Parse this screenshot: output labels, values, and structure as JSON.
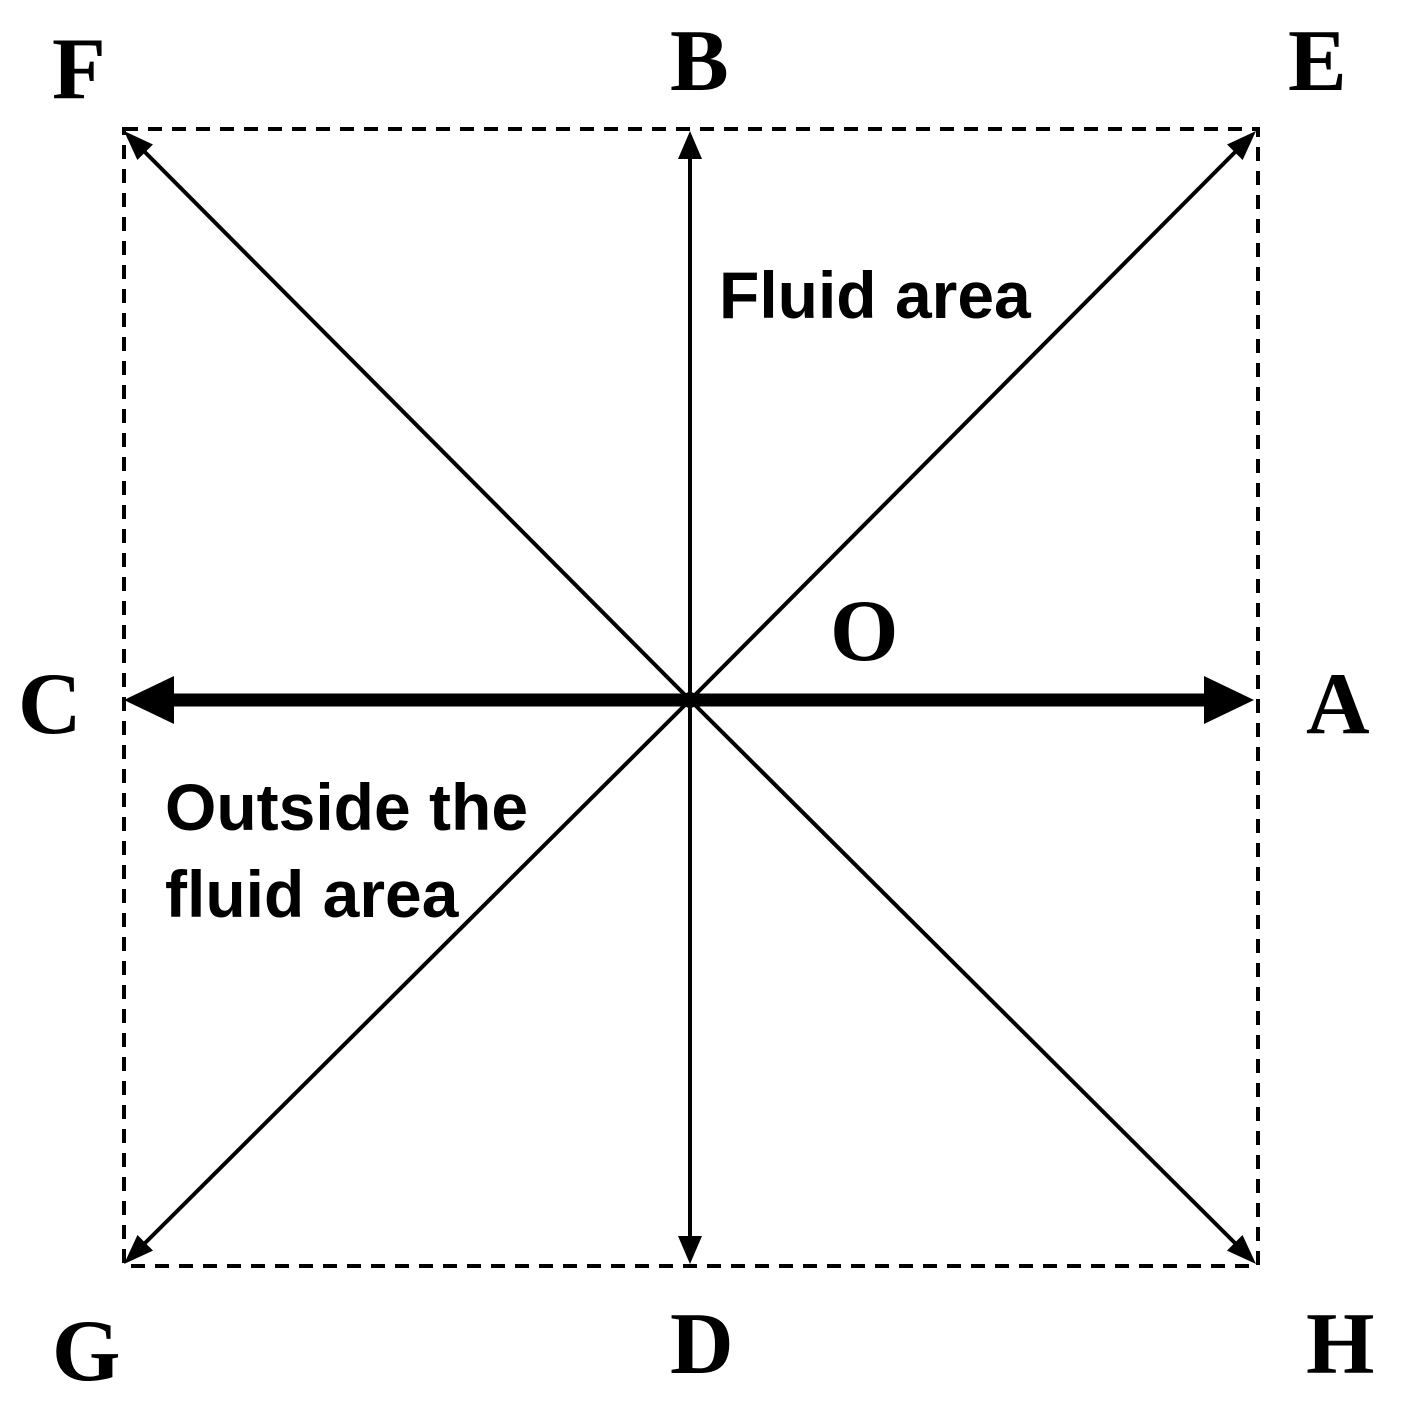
{
  "diagram": {
    "center_label": "O",
    "points": {
      "A": "A",
      "B": "B",
      "C": "C",
      "D": "D",
      "E": "E",
      "F": "F",
      "G": "G",
      "H": "H"
    },
    "regions": {
      "fluid_area": "Fluid area",
      "outside_line1": "Outside the",
      "outside_line2": "fluid area"
    },
    "colors": {
      "line": "#000000",
      "background": "#ffffff"
    }
  }
}
